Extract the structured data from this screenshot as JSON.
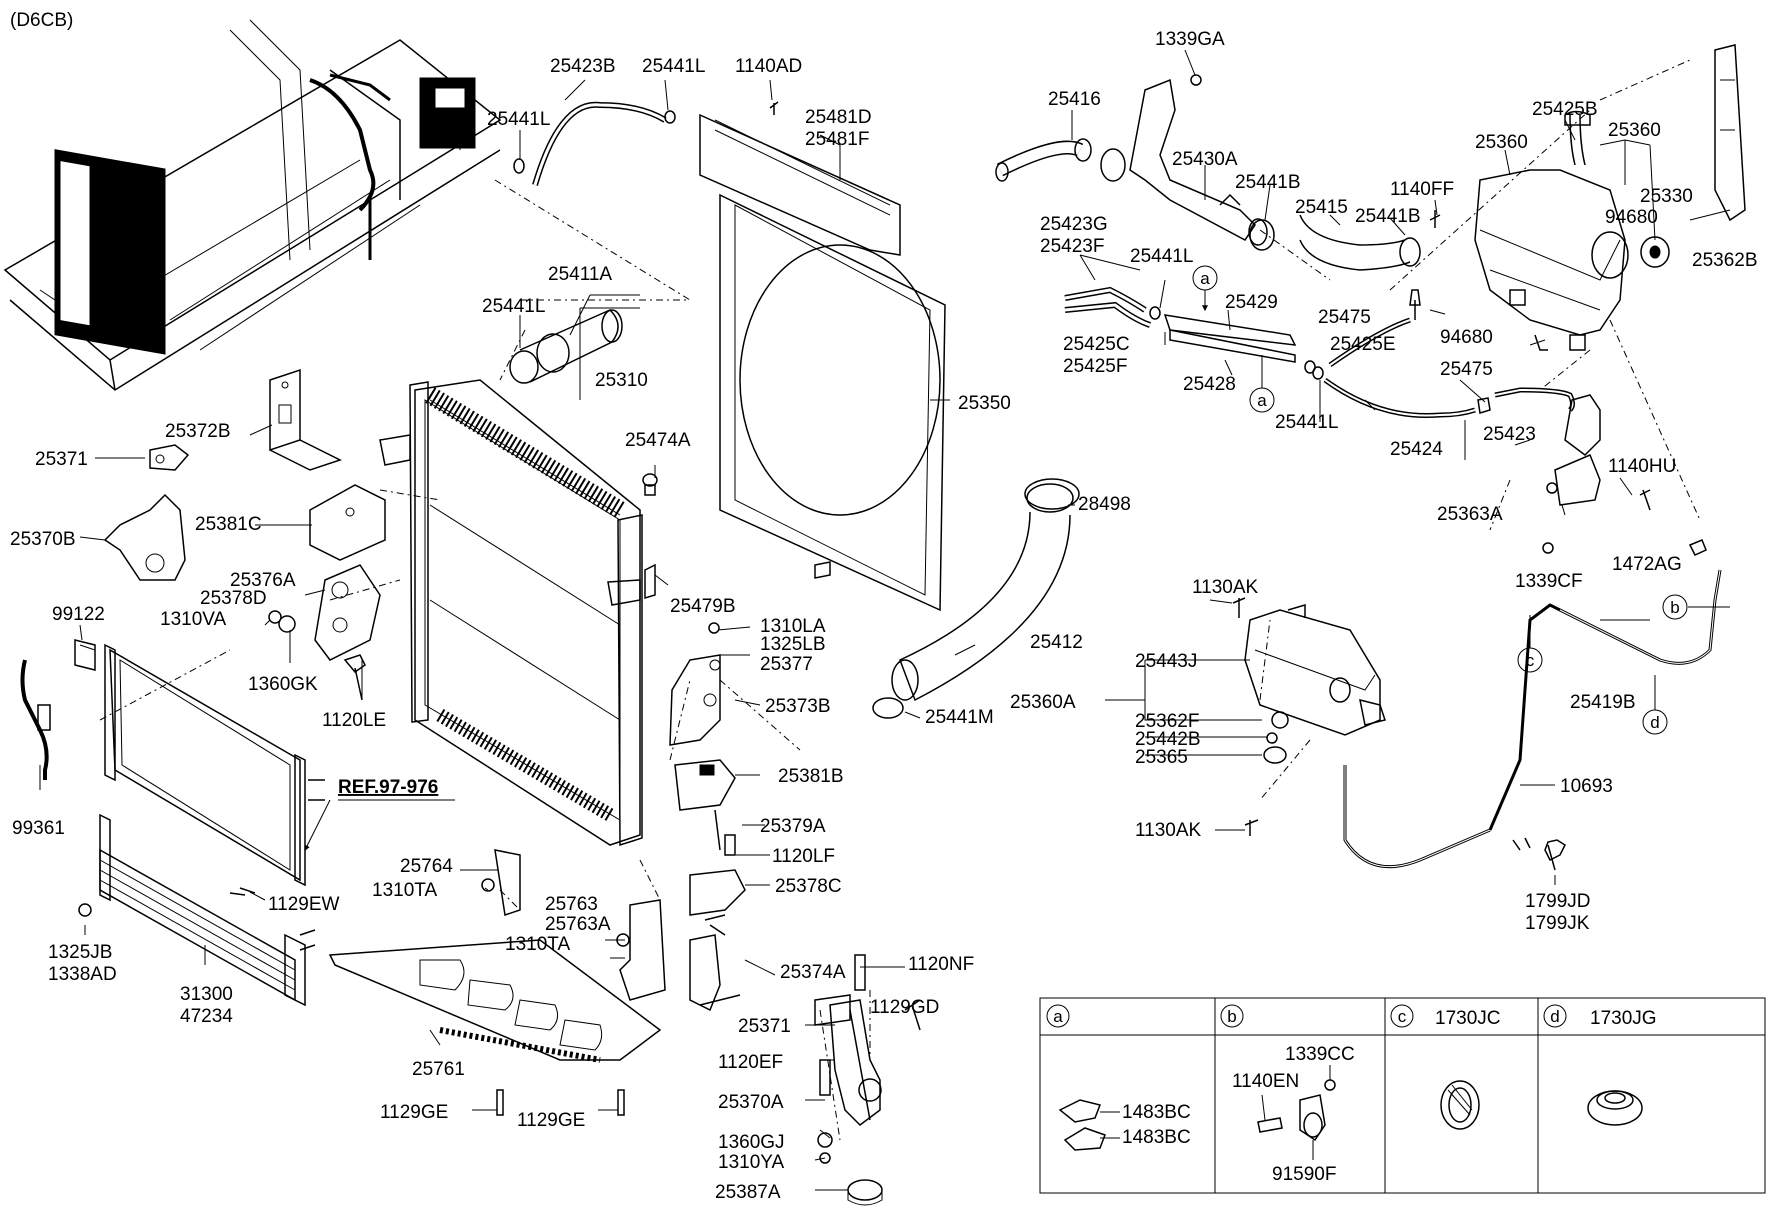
{
  "model_code": "(D6CB)",
  "reference": "REF.97-976",
  "labels": [
    {
      "id": "p25423b",
      "text": "25423B"
    },
    {
      "id": "p25441l_a",
      "text": "25441L"
    },
    {
      "id": "p25441l_b",
      "text": "25441L"
    },
    {
      "id": "p1140ad",
      "text": "1140AD"
    },
    {
      "id": "p25481d",
      "text": "25481D"
    },
    {
      "id": "p25481f",
      "text": "25481F"
    },
    {
      "id": "p25411a",
      "text": "25411A"
    },
    {
      "id": "p25441l_c",
      "text": "25441L"
    },
    {
      "id": "p25310",
      "text": "25310"
    },
    {
      "id": "p25474a",
      "text": "25474A"
    },
    {
      "id": "p25350",
      "text": "25350"
    },
    {
      "id": "p25372b",
      "text": "25372B"
    },
    {
      "id": "p25371_a",
      "text": "25371"
    },
    {
      "id": "p25381c",
      "text": "25381C"
    },
    {
      "id": "p25370b",
      "text": "25370B"
    },
    {
      "id": "p25376a",
      "text": "25376A"
    },
    {
      "id": "p25378d",
      "text": "25378D"
    },
    {
      "id": "p1310va",
      "text": "1310VA"
    },
    {
      "id": "p99122",
      "text": "99122"
    },
    {
      "id": "p1360gk",
      "text": "1360GK"
    },
    {
      "id": "p1120le",
      "text": "1120LE"
    },
    {
      "id": "p99361",
      "text": "99361"
    },
    {
      "id": "p25479b",
      "text": "25479B"
    },
    {
      "id": "p1310la",
      "text": "1310LA"
    },
    {
      "id": "p1325lb",
      "text": "1325LB"
    },
    {
      "id": "p25377",
      "text": "25377"
    },
    {
      "id": "p25373b",
      "text": "25373B"
    },
    {
      "id": "p25381b",
      "text": "25381B"
    },
    {
      "id": "p25379a",
      "text": "25379A"
    },
    {
      "id": "p1120lf",
      "text": "1120LF"
    },
    {
      "id": "p25378c",
      "text": "25378C"
    },
    {
      "id": "p25764",
      "text": "25764"
    },
    {
      "id": "p1310ta_a",
      "text": "1310TA"
    },
    {
      "id": "p1129ew",
      "text": "1129EW"
    },
    {
      "id": "p25763",
      "text": "25763"
    },
    {
      "id": "p25763a",
      "text": "25763A"
    },
    {
      "id": "p1310ta_b",
      "text": "1310TA"
    },
    {
      "id": "p25374a",
      "text": "25374A"
    },
    {
      "id": "p1325jb",
      "text": "1325JB"
    },
    {
      "id": "p1338ad",
      "text": "1338AD"
    },
    {
      "id": "p31300",
      "text": "31300"
    },
    {
      "id": "p47234",
      "text": "47234"
    },
    {
      "id": "p25761",
      "text": "25761"
    },
    {
      "id": "p1129ge_a",
      "text": "1129GE"
    },
    {
      "id": "p1129ge_b",
      "text": "1129GE"
    },
    {
      "id": "p1120nf",
      "text": "1120NF"
    },
    {
      "id": "p1129gd",
      "text": "1129GD"
    },
    {
      "id": "p25371_b",
      "text": "25371"
    },
    {
      "id": "p1120ef",
      "text": "1120EF"
    },
    {
      "id": "p25370a",
      "text": "25370A"
    },
    {
      "id": "p1360gj",
      "text": "1360GJ"
    },
    {
      "id": "p1310ya",
      "text": "1310YA"
    },
    {
      "id": "p25387a",
      "text": "25387A"
    },
    {
      "id": "p28498",
      "text": "28498"
    },
    {
      "id": "p25412",
      "text": "25412"
    },
    {
      "id": "p25441m",
      "text": "25441M"
    },
    {
      "id": "p1339ga",
      "text": "1339GA"
    },
    {
      "id": "p25416",
      "text": "25416"
    },
    {
      "id": "p25430a",
      "text": "25430A"
    },
    {
      "id": "p25441b_a",
      "text": "25441B"
    },
    {
      "id": "p25415",
      "text": "25415"
    },
    {
      "id": "p25441b_b",
      "text": "25441B"
    },
    {
      "id": "p1140ff",
      "text": "1140FF"
    },
    {
      "id": "p25425b",
      "text": "25425B"
    },
    {
      "id": "p25360_a",
      "text": "25360"
    },
    {
      "id": "p25360_b",
      "text": "25360"
    },
    {
      "id": "p25330",
      "text": "25330"
    },
    {
      "id": "p94680_a",
      "text": "94680"
    },
    {
      "id": "p25362b",
      "text": "25362B"
    },
    {
      "id": "p25423g",
      "text": "25423G"
    },
    {
      "id": "p25423f",
      "text": "25423F"
    },
    {
      "id": "p25441l_d",
      "text": "25441L"
    },
    {
      "id": "p25429",
      "text": "25429"
    },
    {
      "id": "p25475_a",
      "text": "25475"
    },
    {
      "id": "p25425e",
      "text": "25425E"
    },
    {
      "id": "p94680_b",
      "text": "94680"
    },
    {
      "id": "p25425c",
      "text": "25425C"
    },
    {
      "id": "p25425f",
      "text": "25425F"
    },
    {
      "id": "p25428",
      "text": "25428"
    },
    {
      "id": "p25441l_e",
      "text": "25441L"
    },
    {
      "id": "p25475_b",
      "text": "25475"
    },
    {
      "id": "p25424",
      "text": "25424"
    },
    {
      "id": "p25423",
      "text": "25423"
    },
    {
      "id": "p1140hu",
      "text": "1140HU"
    },
    {
      "id": "p25363a",
      "text": "25363A"
    },
    {
      "id": "p1472ag",
      "text": "1472AG"
    },
    {
      "id": "p1339cf",
      "text": "1339CF"
    },
    {
      "id": "p1130ak_a",
      "text": "1130AK"
    },
    {
      "id": "p25443j",
      "text": "25443J"
    },
    {
      "id": "p25360a",
      "text": "25360A"
    },
    {
      "id": "p25362f",
      "text": "25362F"
    },
    {
      "id": "p25442b",
      "text": "25442B"
    },
    {
      "id": "p25365",
      "text": "25365"
    },
    {
      "id": "p25419b",
      "text": "25419B"
    },
    {
      "id": "p10693",
      "text": "10693"
    },
    {
      "id": "p1130ak_b",
      "text": "1130AK"
    },
    {
      "id": "p1799jd",
      "text": "1799JD"
    },
    {
      "id": "p1799jk",
      "text": "1799JK"
    }
  ],
  "callouts": [
    "a",
    "a",
    "b",
    "c",
    "d"
  ],
  "legend": {
    "headers": [
      {
        "letter": "a",
        "code": ""
      },
      {
        "letter": "b",
        "code": ""
      },
      {
        "letter": "c",
        "code": "1730JC"
      },
      {
        "letter": "d",
        "code": "1730JG"
      }
    ],
    "a_parts": [
      "1483BC",
      "1483BC"
    ],
    "b_parts": [
      "1339CC",
      "1140EN",
      "91590F"
    ]
  }
}
